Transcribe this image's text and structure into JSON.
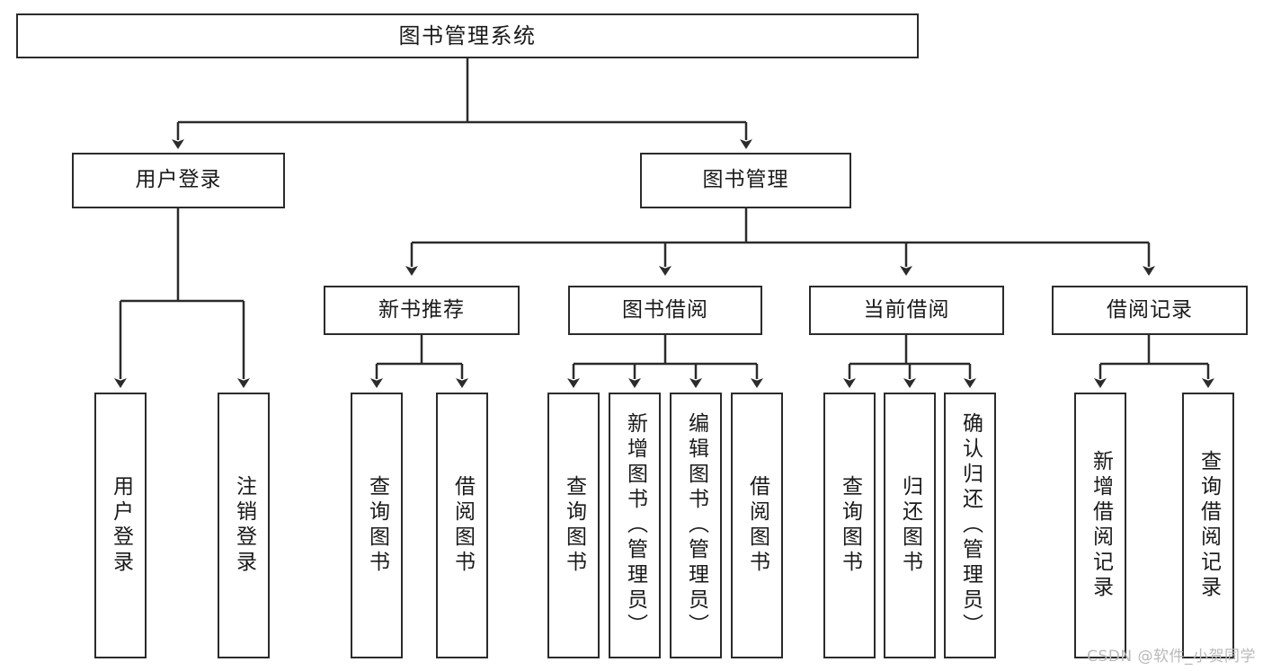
{
  "diagram": {
    "title": "图书管理系统",
    "type": "tree-hierarchy",
    "stroke_color": "#2b2b2b",
    "text_color": "#1a1a1a",
    "background_color": "#ffffff",
    "watermark": "CSDN @软件_小贺同学"
  },
  "nodes": {
    "root": {
      "label": "图书管理系统"
    },
    "level2": [
      {
        "label": "用户登录"
      },
      {
        "label": "图书管理"
      }
    ],
    "level3": [
      {
        "label": "新书推荐"
      },
      {
        "label": "图书借阅"
      },
      {
        "label": "当前借阅"
      },
      {
        "label": "借阅记录"
      }
    ],
    "leaves": {
      "user_login": [
        {
          "label": "用户登录"
        },
        {
          "label": "注销登录"
        }
      ],
      "new_book_recommend": [
        {
          "label": "查询图书"
        },
        {
          "label": "借阅图书"
        }
      ],
      "book_borrow": [
        {
          "label": "查询图书"
        },
        {
          "label": "新增图书（管理员）"
        },
        {
          "label": "编辑图书（管理员）"
        },
        {
          "label": "借阅图书"
        }
      ],
      "current_borrow": [
        {
          "label": "查询图书"
        },
        {
          "label": "归还图书"
        },
        {
          "label": "确认归还（管理员）"
        }
      ],
      "borrow_record": [
        {
          "label": "新增借阅记录"
        },
        {
          "label": "查询借阅记录"
        }
      ]
    }
  }
}
